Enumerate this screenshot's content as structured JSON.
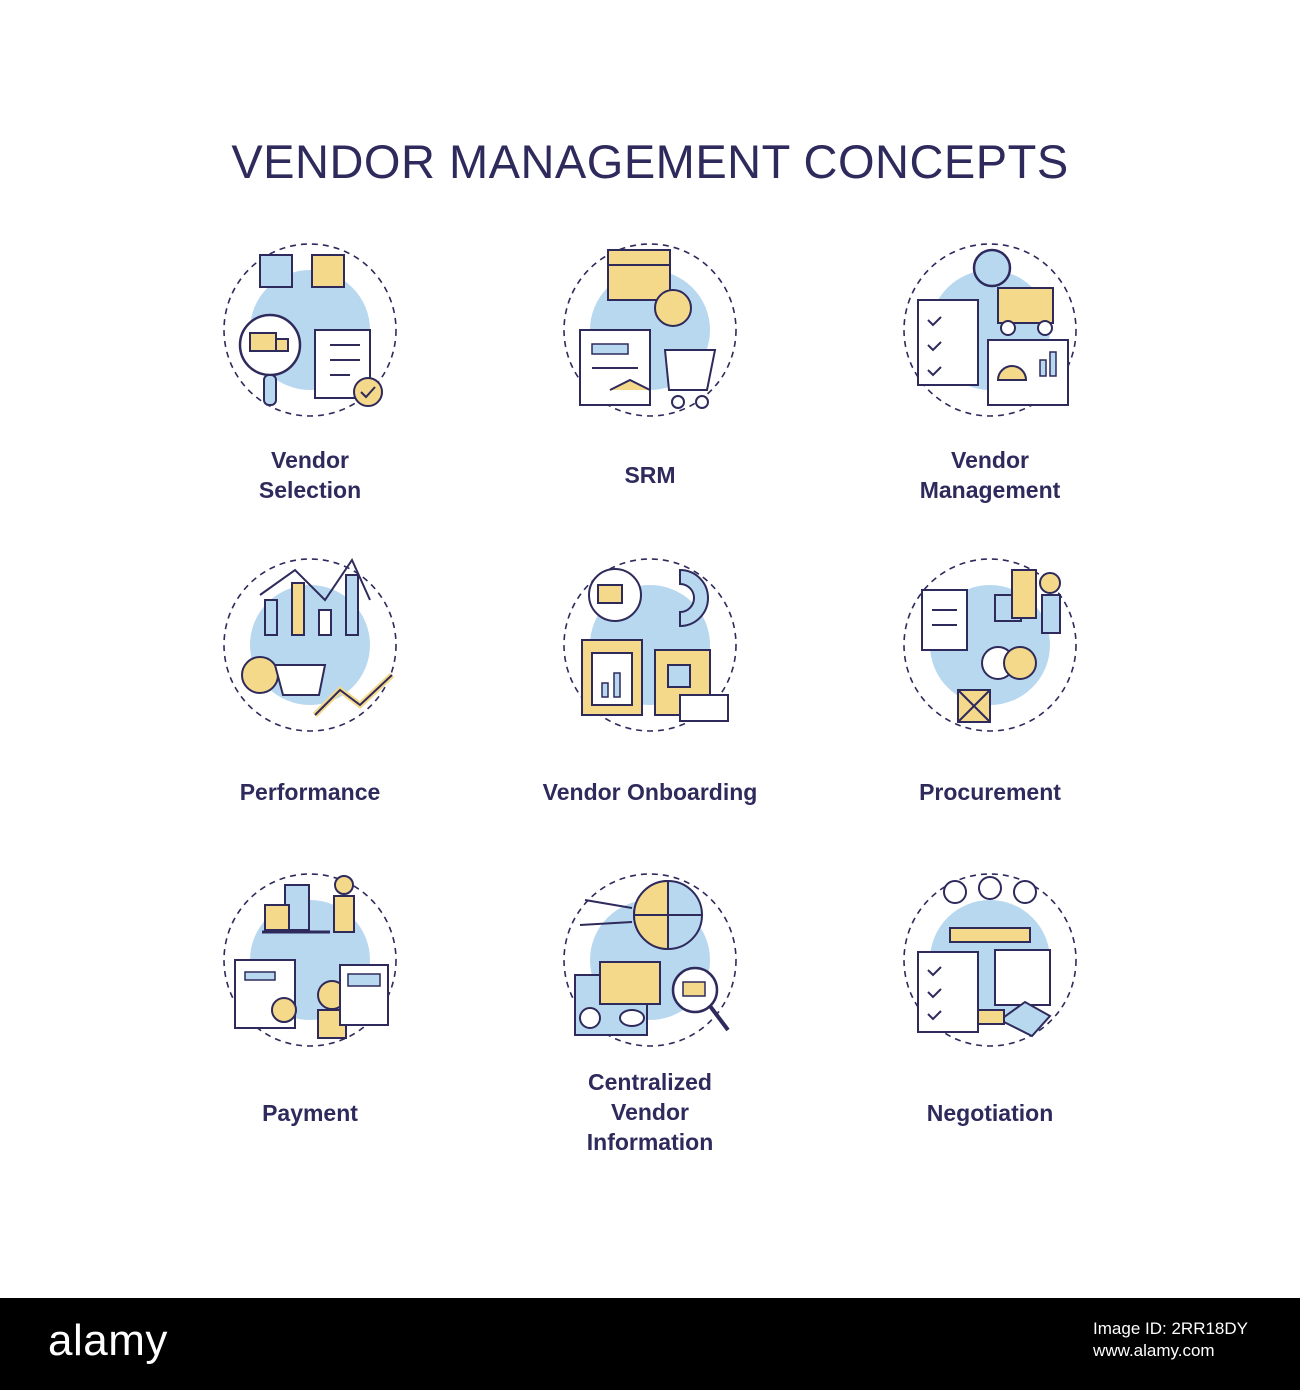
{
  "title": "VENDOR MANAGEMENT CONCEPTS",
  "colors": {
    "text": "#2e2a5c",
    "blue": "#b8d8f0",
    "yellow": "#f5d98b",
    "outline": "#2e2a5c"
  },
  "items": [
    {
      "label": "Vendor\nSelection",
      "icon": "vendor-selection-icon"
    },
    {
      "label": "SRM",
      "icon": "srm-icon"
    },
    {
      "label": "Vendor\nManagement",
      "icon": "vendor-management-icon"
    },
    {
      "label": "Performance",
      "icon": "performance-icon"
    },
    {
      "label": "Vendor Onboarding",
      "icon": "vendor-onboarding-icon"
    },
    {
      "label": "Procurement",
      "icon": "procurement-icon"
    },
    {
      "label": "Payment",
      "icon": "payment-icon"
    },
    {
      "label": "Centralized\nVendor\nInformation",
      "icon": "centralized-vendor-information-icon"
    },
    {
      "label": "Negotiation",
      "icon": "negotiation-icon"
    }
  ],
  "footer": {
    "brand": "alamy",
    "image_code": "Image ID: 2RR18DY",
    "site": "www.alamy.com"
  }
}
